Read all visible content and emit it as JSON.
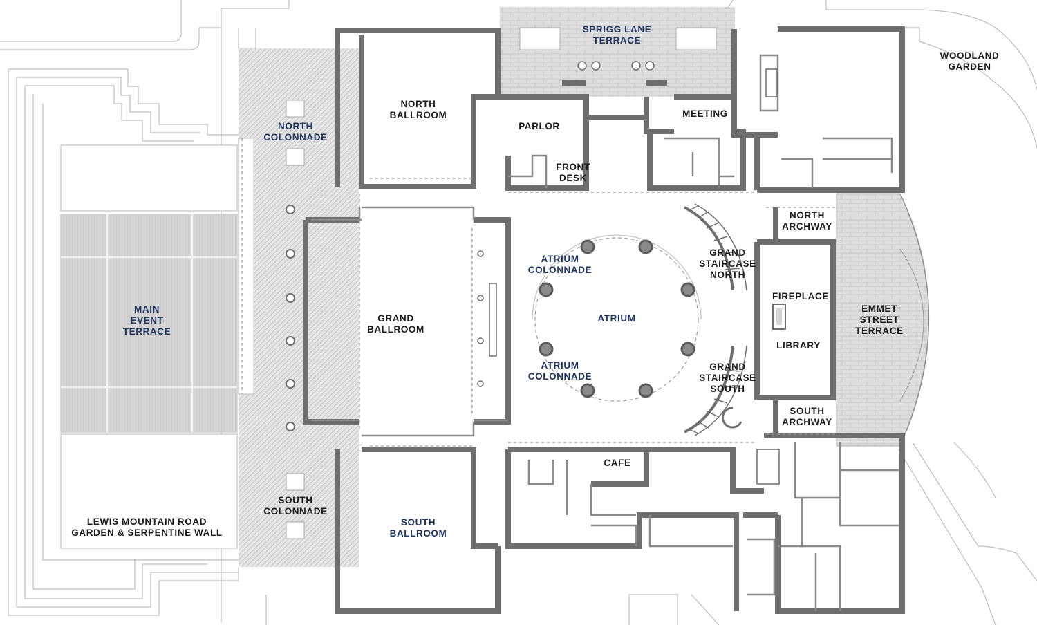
{
  "colors": {
    "wall": "#6e6e6e",
    "wall_light": "#bdbdbd",
    "pavement": "#e4e4e4",
    "terrace": "#d8d8d8",
    "outdoor_label": "#1e3461",
    "room_label": "#1c1c1c",
    "background": "#ffffff"
  },
  "labels": {
    "sprigg_lane_terrace": "SPRIGG LANE\nTERRACE",
    "woodland_garden": "WOODLAND\nGARDEN",
    "north_ballroom": "NORTH\nBALLROOM",
    "north_colonnade": "NORTH\nCOLONNADE",
    "parlor": "PARLOR",
    "meeting": "MEETING",
    "front_desk": "FRONT\nDESK",
    "north_archway": "NORTH\nARCHWAY",
    "atrium_colonnade_north": "ATRIUM\nCOLONNADE",
    "grand_staircase_north": "GRAND\nSTAIRCASE\nNORTH",
    "fireplace": "FIREPLACE",
    "main_event_terrace": "MAIN\nEVENT\nTERRACE",
    "grand_ballroom": "GRAND\nBALLROOM",
    "atrium": "ATRIUM",
    "emmet_street_terrace": "EMMET\nSTREET\nTERRACE",
    "library": "LIBRARY",
    "atrium_colonnade_south": "ATRIUM\nCOLONNADE",
    "grand_staircase_south": "GRAND\nSTAIRCASE\nSOUTH",
    "south_archway": "SOUTH\nARCHWAY",
    "cafe": "CAFE",
    "south_colonnade": "SOUTH\nCOLONNADE",
    "lewis_mountain_road": "LEWIS MOUNTAIN ROAD\nGARDEN & SERPENTINE WALL",
    "south_ballroom": "SOUTH\nBALLROOM"
  }
}
